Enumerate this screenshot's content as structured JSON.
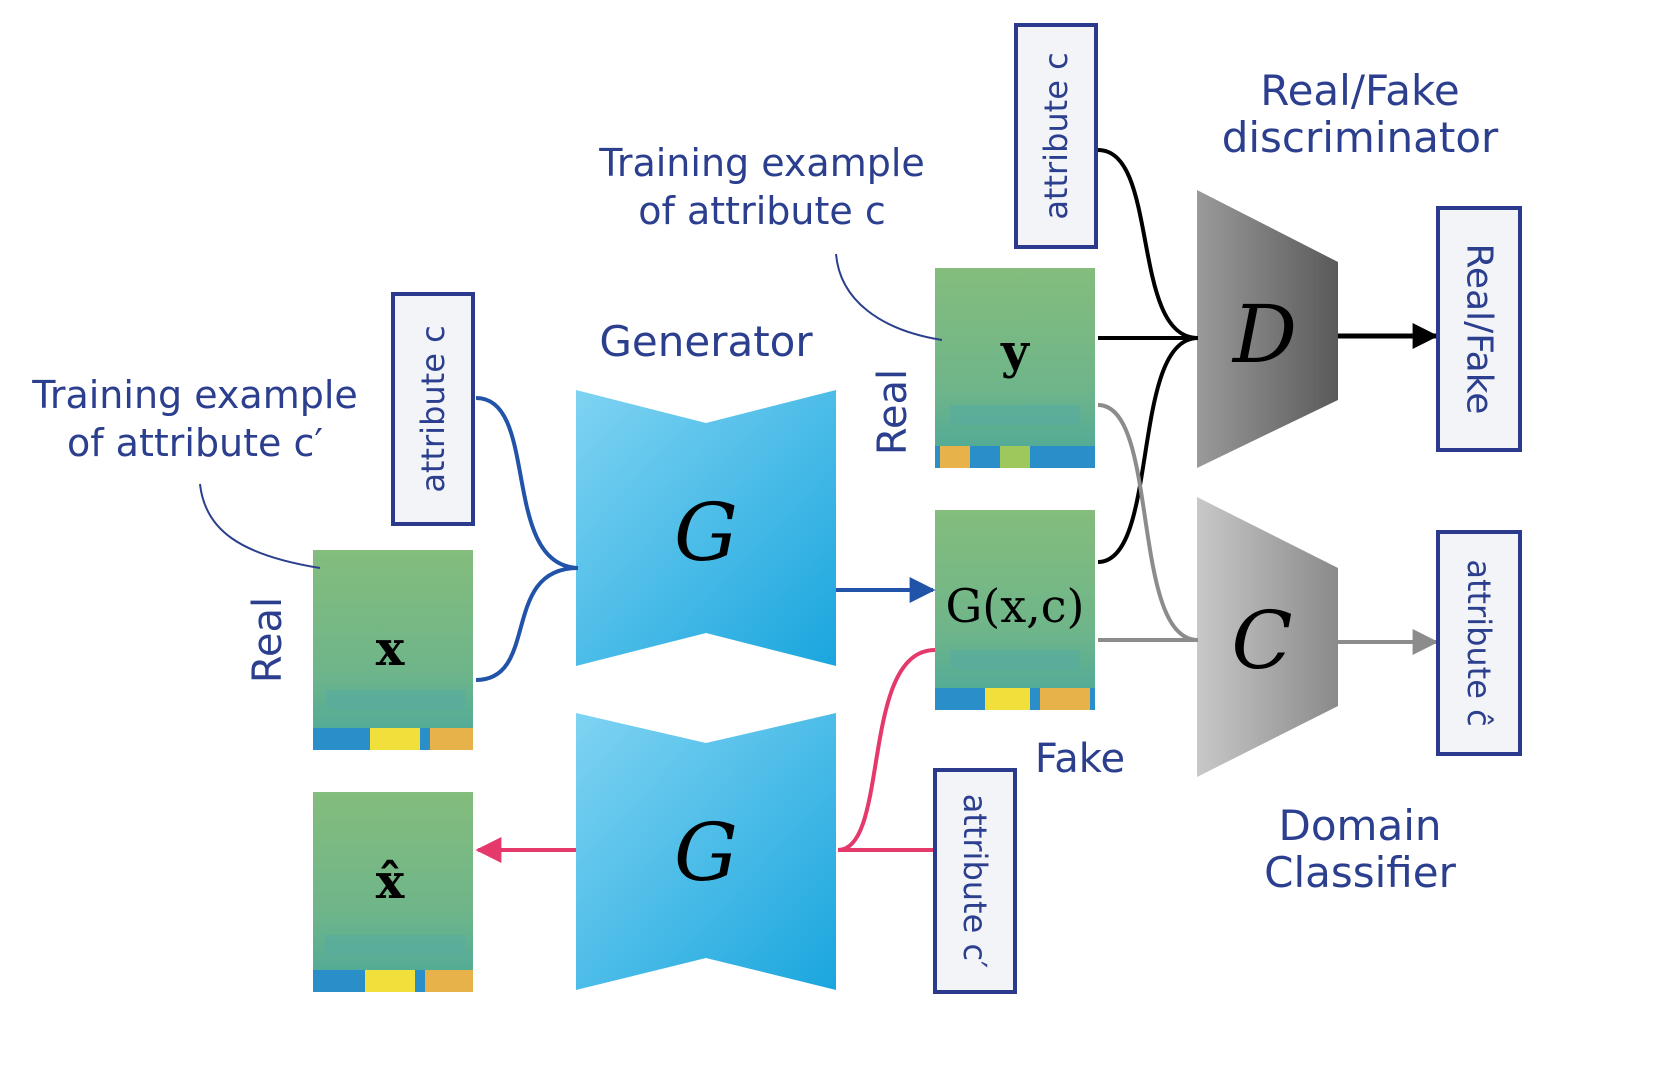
{
  "labels": {
    "generator": "Generator",
    "discriminator_line1": "Real/Fake",
    "discriminator_line2": "discriminator",
    "classifier_line1": "Domain",
    "classifier_line2": "Classifier",
    "training_c_line1": "Training example",
    "training_c_line2": "of attribute c",
    "training_cprime_line1": "Training example",
    "training_cprime_line2": "of attribute c′",
    "real_x": "Real",
    "real_y": "Real",
    "fake": "Fake"
  },
  "boxes": {
    "attr_c_generator": "attribute c",
    "attr_c_discriminator": "attribute c",
    "attr_cprime_reconstruct": "attribute c′",
    "output_realfake": "Real/Fake",
    "output_attr_chat": "attribute ĉ"
  },
  "symbols": {
    "gen1": "G",
    "gen2": "G",
    "disc": "D",
    "cls": "C",
    "x": "x",
    "y": "y",
    "xhat": "x̂",
    "gxc": "G(x,c)"
  },
  "colors": {
    "label_blue": "#2b3f8e",
    "generator_blue": "#29b4e6",
    "arrow_blue": "#2153a8",
    "arrow_pink": "#e5386b",
    "disc_gray": "#6e6e6e",
    "cls_gray": "#9a9a9a"
  }
}
